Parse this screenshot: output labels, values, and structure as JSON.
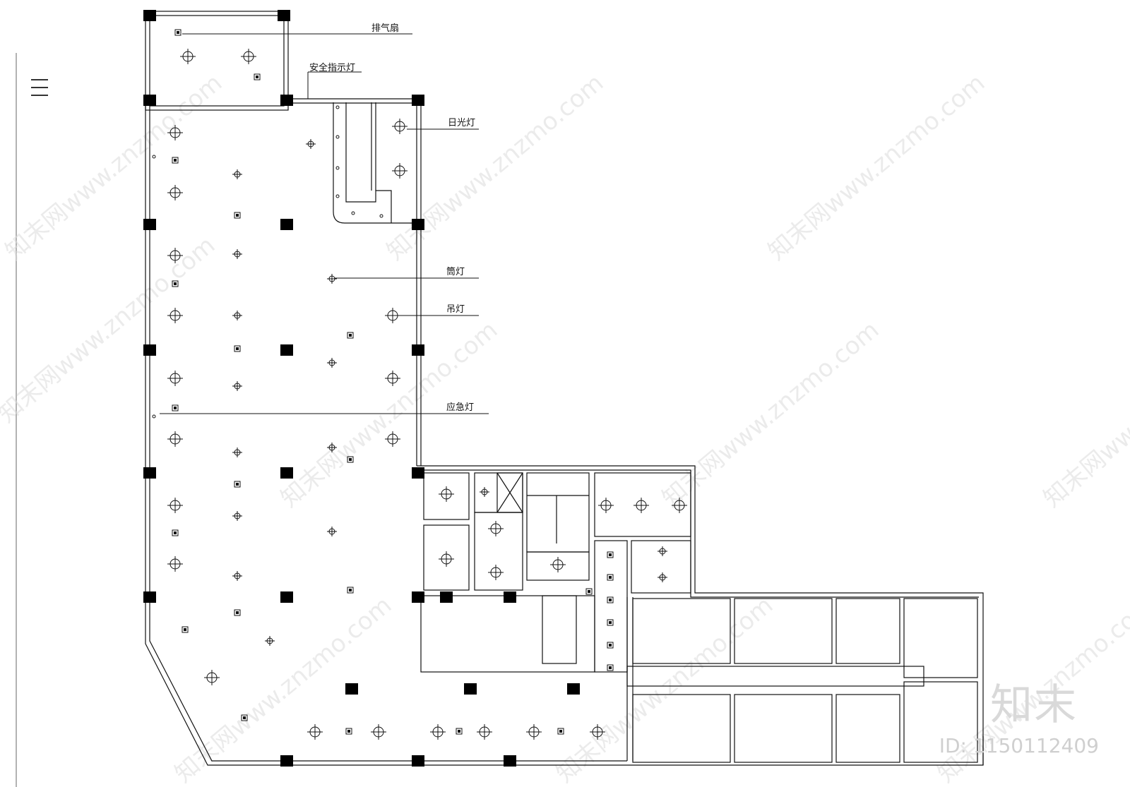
{
  "labels": {
    "exhaust_fan": "排气扇",
    "exit_sign": "安全指示灯",
    "fluorescent": "日光灯",
    "downlight": "筒灯",
    "pendant": "吊灯",
    "emergency": "应急灯"
  },
  "watermark": {
    "text": "知末网www.znzmo.com",
    "brand": "知末",
    "id_text": "ID: 1150112409"
  },
  "menu_icon": "hamburger-menu-icon",
  "colors": {
    "line": "#111111",
    "column": "#000000",
    "watermark": "#d0d0d0"
  }
}
